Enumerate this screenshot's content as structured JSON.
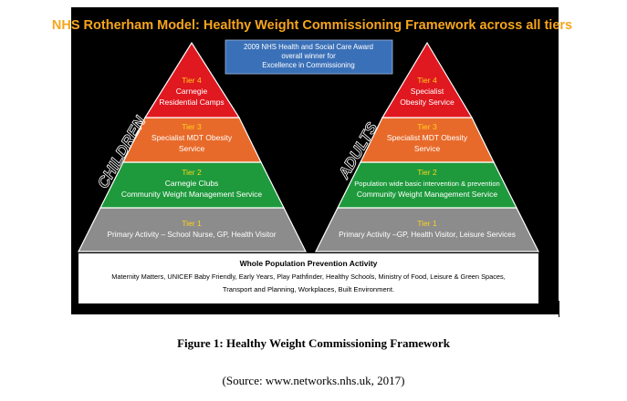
{
  "diagram": {
    "title": "NHS Rotherham Model: Healthy Weight Commissioning Framework across all tiers",
    "award": {
      "line1": "2009 NHS Health and Social Care Award",
      "line2": "overall winner for",
      "line3": "Excellence in Commissioning"
    },
    "children": {
      "label": "CHILDREN",
      "tier4": {
        "name": "Tier 4",
        "line1": "Carnegie",
        "line2": "Residential Camps"
      },
      "tier3": {
        "name": "Tier 3",
        "line1": "Specialist MDT Obesity",
        "line2": "Service"
      },
      "tier2": {
        "name": "Tier 2",
        "line1": "Carnegie Clubs",
        "line2": "Community Weight Management Service"
      },
      "tier1": {
        "name": "Tier 1",
        "line1": "Primary Activity – School Nurse, GP, Health Visitor"
      }
    },
    "adults": {
      "label": "ADULTS",
      "tier4": {
        "name": "Tier 4",
        "line1": "Specialist",
        "line2": "Obesity Service"
      },
      "tier3": {
        "name": "Tier 3",
        "line1": "Specialist MDT Obesity",
        "line2": "Service"
      },
      "tier2": {
        "name": "Tier 2",
        "line1": "Population wide basic intervention & prevention",
        "line2": "Community Weight Management Service"
      },
      "tier1": {
        "name": "Tier 1",
        "line1": "Primary Activity –GP, Health Visitor, Leisure Services"
      }
    },
    "prevention": {
      "title": "Whole Population Prevention Activity",
      "line1": "Maternity Matters, UNICEF Baby Friendly, Early Years, Play Pathfinder, Healthy Schools, Ministry of Food, Leisure & Green Spaces,",
      "line2": "Transport and Planning, Workplaces, Built Environment."
    }
  },
  "caption": {
    "figure": "Figure 1: Healthy Weight Commissioning Framework",
    "source": "(Source: www.networks.nhs.uk, 2017)"
  },
  "colors": {
    "background": "#000000",
    "title": "#f7a51c",
    "tier4": "#e01820",
    "tier3": "#e86a2a",
    "tier2": "#1e9a3c",
    "tier1": "#8c8c8c",
    "tier_heading": "#ffd21c",
    "award_box": "#3a70b8"
  }
}
